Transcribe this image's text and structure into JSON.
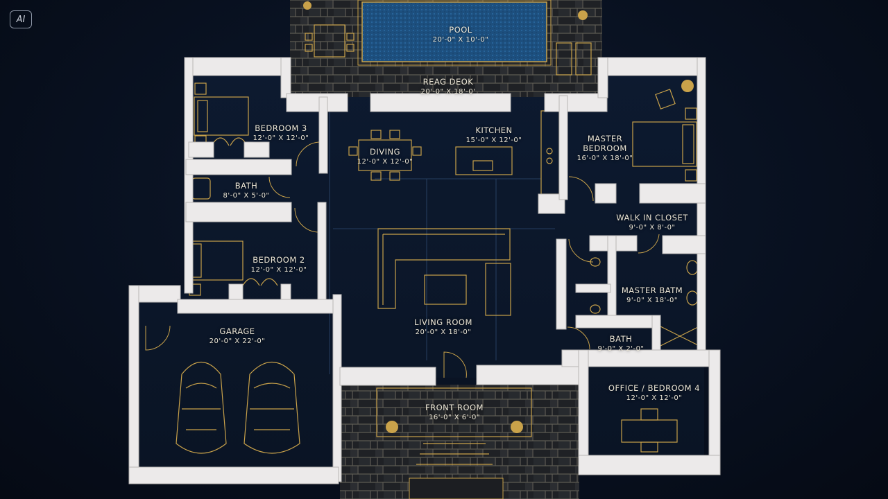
{
  "badge": "AI",
  "rooms": {
    "pool": {
      "name": "POOL",
      "dims": "20'-0\" X 10'-0\""
    },
    "deck": {
      "name": "REAG DEOK",
      "dims": "20'-0\" X 18'-0'"
    },
    "bedroom3": {
      "name": "BEDROOM 3",
      "dims": "12'-0\" X 12'-0\""
    },
    "dining": {
      "name": "DIVING",
      "dims": "12'-0\" X 12'-0\""
    },
    "kitchen": {
      "name": "KITCHEN",
      "dims": "15'-0\" X 12'-0\""
    },
    "master": {
      "name": "MASTER BEDROOM",
      "dims": "16'-0\" X 18'-0\""
    },
    "bath1": {
      "name": "BATH",
      "dims": "8'-0\" X 5'-0\""
    },
    "closet": {
      "name": "WALK IN CLOSET",
      "dims": "9'-0\" X 8'-0\""
    },
    "bedroom2": {
      "name": "BEDROOM 2",
      "dims": "12'-0\" X 12'-0\""
    },
    "masterbath": {
      "name": "MASTER BATM",
      "dims": "9'-0\" X 18'-0\""
    },
    "garage": {
      "name": "GARAGE",
      "dims": "20'-0\" X 22'-0\""
    },
    "living": {
      "name": "LIVING ROOM",
      "dims": "20'-0\" X 18'-0\""
    },
    "bath2": {
      "name": "BATH",
      "dims": "9'-0\" X 2'-0\""
    },
    "office": {
      "name": "OFFICE / BEDROOM 4",
      "dims": "12'-0\" X 12'-0\""
    },
    "front": {
      "name": "FRONT ROOM",
      "dims": "16'-0\" X 6'-0\""
    }
  }
}
